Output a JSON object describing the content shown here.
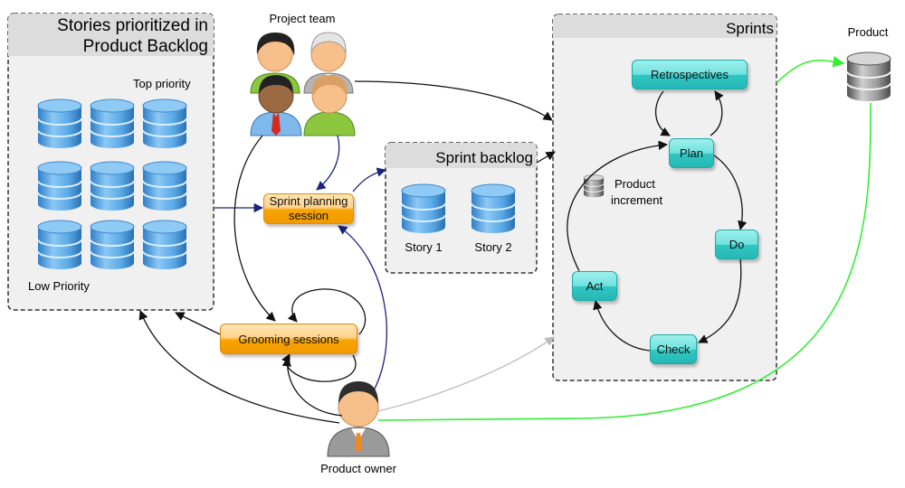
{
  "backlog_panel": {
    "title_line1": "Stories prioritized in",
    "title_line2": "Product Backlog",
    "top_label": "Top priority",
    "low_label": "Low Priority"
  },
  "team": {
    "label": "Project team"
  },
  "sprint_backlog": {
    "title": "Sprint backlog",
    "stories": [
      {
        "label": "Story 1"
      },
      {
        "label": "Story 2"
      }
    ]
  },
  "sprints": {
    "title": "Sprints",
    "nodes": {
      "retrospectives": "Retrospectives",
      "plan": "Plan",
      "do": "Do",
      "check": "Check",
      "act": "Act"
    },
    "increment_line1": "Product",
    "increment_line2": "increment"
  },
  "product": {
    "label": "Product"
  },
  "planning": {
    "line1": "Sprint planning",
    "line2": "session"
  },
  "grooming": {
    "label": "Grooming sessions"
  },
  "owner": {
    "label": "Product owner"
  },
  "colors": {
    "db_blue": "#5aa9e6",
    "db_gray": "#8a8a8a",
    "orange": "#f6a300",
    "teal": "#2fc6c3",
    "flow_dark": "#111111",
    "flow_navy": "#1a237e",
    "flow_green": "#33ee33",
    "flow_gray": "#bbbbbb"
  }
}
